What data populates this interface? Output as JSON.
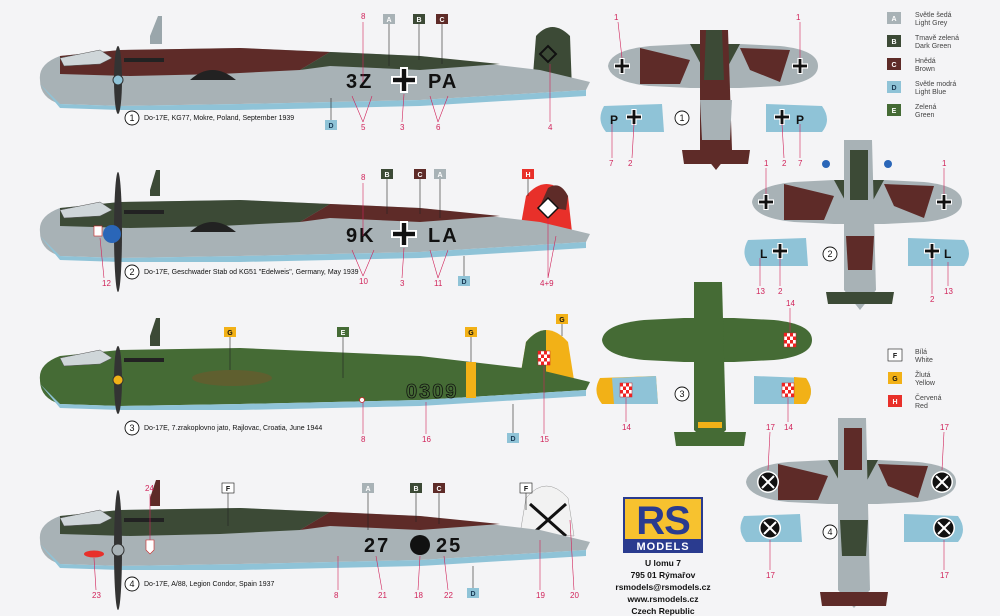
{
  "colors": {
    "light_grey": "#a8b2b6",
    "dark_green": "#3c4a36",
    "brown": "#5e2b28",
    "light_blue": "#8fc3d7",
    "green": "#456b35",
    "white": "#ffffff",
    "yellow": "#f2b117",
    "red": "#e8302a",
    "label_pink": "#d0235a",
    "logo_yellow": "#f7c22f",
    "logo_blue": "#2a3b8f"
  },
  "legend": [
    {
      "code": "A",
      "cz": "Světle šedá",
      "en": "Light Grey",
      "color": "#a8b2b6",
      "text_color": "#ffffff"
    },
    {
      "code": "B",
      "cz": "Tmavě zelená",
      "en": "Dark Green",
      "color": "#3c4a36",
      "text_color": "#ffffff"
    },
    {
      "code": "C",
      "cz": "Hnědá",
      "en": "Brown",
      "color": "#5e2b28",
      "text_color": "#ffffff"
    },
    {
      "code": "D",
      "cz": "Světle modrá",
      "en": "Light Blue",
      "color": "#8fc3d7",
      "text_color": "#1a3a55"
    },
    {
      "code": "E",
      "cz": "Zelená",
      "en": "Green",
      "color": "#456b35",
      "text_color": "#ffffff"
    }
  ],
  "legend2": [
    {
      "code": "F",
      "cz": "Bílá",
      "en": "White",
      "color": "#ffffff",
      "text_color": "#111111"
    },
    {
      "code": "G",
      "cz": "Žlutá",
      "en": "Yellow",
      "color": "#f2b117",
      "text_color": "#111111"
    },
    {
      "code": "H",
      "cz": "Červená",
      "en": "Red",
      "color": "#e8302a",
      "text_color": "#ffffff"
    }
  ],
  "profiles": [
    {
      "num": "1",
      "caption": "Do-17E, KG77, Mokre, Poland, September 1939",
      "code_left": "3Z",
      "code_right": "PA",
      "chips": [
        "A",
        "B",
        "C",
        "D"
      ],
      "callouts": [
        "8",
        "5",
        "3",
        "6",
        "4"
      ]
    },
    {
      "num": "2",
      "caption": "Do-17E, Geschwader Stab od KG51 \"Edelweis\", Germany, May 1939",
      "code_left": "9K",
      "code_right": "LA",
      "chips": [
        "B",
        "C",
        "A",
        "H",
        "D"
      ],
      "callouts": [
        "8",
        "12",
        "10",
        "3",
        "11",
        "4+9"
      ]
    },
    {
      "num": "3",
      "caption": "Do-17E, 7.zrakoplovno jato, Rajlovac, Croatia, June 1944",
      "code_left": "0309",
      "code_right": "",
      "chips": [
        "G",
        "E",
        "G",
        "G",
        "D"
      ],
      "callouts": [
        "8",
        "16",
        "15"
      ]
    },
    {
      "num": "4",
      "caption": "Do-17E, A/88, Legion Condor, Spain 1937",
      "code_left": "27",
      "code_right": "25",
      "chips": [
        "F",
        "A",
        "B",
        "C",
        "F",
        "D"
      ],
      "callouts": [
        "24",
        "23",
        "8",
        "21",
        "18",
        "22",
        "19",
        "20"
      ]
    }
  ],
  "plan_callouts": {
    "p1": [
      "1",
      "1",
      "7",
      "2",
      "2",
      "7"
    ],
    "p2": [
      "1",
      "1",
      "13",
      "2",
      "2",
      "13"
    ],
    "p3": [
      "14",
      "14",
      "14"
    ],
    "p4": [
      "17",
      "17",
      "17",
      "17"
    ]
  },
  "plan_letters": {
    "p1_left": "P",
    "p1_right": "P",
    "p2_left": "L",
    "p2_right": "L"
  },
  "plan_nums": [
    "1",
    "2",
    "3",
    "4"
  ],
  "logo": {
    "top": "RS",
    "bottom": "MODELS"
  },
  "address": [
    "U lomu 7",
    "795 01 Rýmařov",
    "rsmodels@rsmodels.cz",
    "www.rsmodels.cz",
    "Czech Republic"
  ]
}
